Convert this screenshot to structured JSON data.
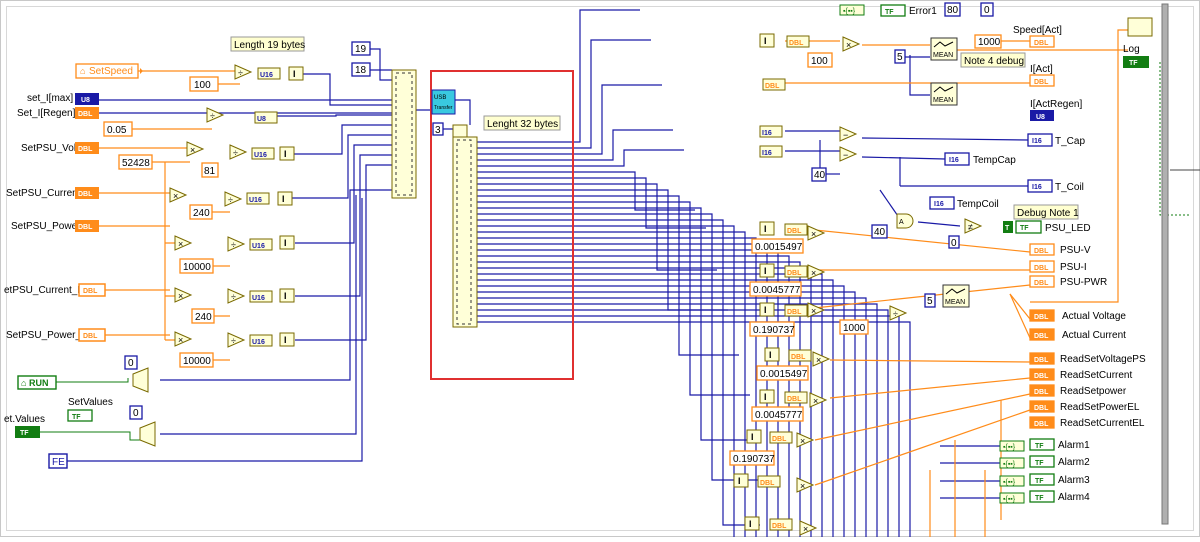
{
  "notes": {
    "length19": "Length 19 bytes",
    "length32": "Lenght 32 bytes",
    "note4": "Note 4 debug",
    "debug1": "Debug Note 1"
  },
  "usb_node": {
    "line1": "USB",
    "line2": "Transfer"
  },
  "left_controls": [
    {
      "label": "SetSpeed",
      "type": "DBL",
      "color": "orange"
    },
    {
      "label": "set_I[max]",
      "type": "U8",
      "color": "blue"
    },
    {
      "label": "Set_I[Regen]",
      "type": "DBL",
      "color": "orange"
    },
    {
      "label": "SetPSU_Volt",
      "type": "DBL",
      "color": "orange"
    },
    {
      "label": "SetPSU_Current",
      "type": "DBL",
      "color": "orange"
    },
    {
      "label": "SetPSU_Power",
      "type": "DBL",
      "color": "orange"
    },
    {
      "label": "etPSU_Current_EL",
      "type": "DBL",
      "color": "orange"
    },
    {
      "label": "SetPSU_Power_EL",
      "type": "DBL",
      "color": "orange"
    },
    {
      "label": "RUN",
      "type": "TF",
      "color": "green"
    },
    {
      "label": "et.Values",
      "type": "TF",
      "color": "green"
    },
    {
      "label": "SetValues",
      "type": "TF",
      "color": "green"
    }
  ],
  "left_constants": [
    "100",
    "0.05",
    "52428",
    "81",
    "240",
    "10000",
    "240",
    "10000",
    "0",
    "0",
    "19",
    "18",
    "3"
  ],
  "fe_label": "FE",
  "type_tags": {
    "u16": "U16",
    "u8": "U8",
    "dbl": "DBL",
    "i16": "I16",
    "tf": "TF",
    "i": "I"
  },
  "right_indicators": [
    {
      "label": "Error1",
      "type": "TF"
    },
    {
      "label": "Speed[Act]",
      "type": "DBL"
    },
    {
      "label": "Log",
      "type": "TF"
    },
    {
      "label": "I[Act]",
      "type": "DBL"
    },
    {
      "label": "I[ActRegen]",
      "type": "U8"
    },
    {
      "label": "T_Cap",
      "type": "I16"
    },
    {
      "label": "TempCap",
      "type": "I16"
    },
    {
      "label": "T_Coil",
      "type": "I16"
    },
    {
      "label": "TempCoil",
      "type": "I16"
    },
    {
      "label": "PSU_LED",
      "type": "TF"
    },
    {
      "label": "PSU-V",
      "type": "DBL"
    },
    {
      "label": "PSU-I",
      "type": "DBL"
    },
    {
      "label": "PSU-PWR",
      "type": "DBL"
    },
    {
      "label": "Actual Voltage",
      "type": "DBL"
    },
    {
      "label": "Actual Current",
      "type": "DBL"
    },
    {
      "label": "ReadSetVoltagePS",
      "type": "DBL"
    },
    {
      "label": "ReadSetCurrent",
      "type": "DBL"
    },
    {
      "label": "ReadSetpower",
      "type": "DBL"
    },
    {
      "label": "ReadSetPowerEL",
      "type": "DBL"
    },
    {
      "label": "ReadSetCurrentEL",
      "type": "DBL"
    },
    {
      "label": "Alarm1",
      "type": "TF"
    },
    {
      "label": "Alarm2",
      "type": "TF"
    },
    {
      "label": "Alarm3",
      "type": "TF"
    },
    {
      "label": "Alarm4",
      "type": "TF"
    }
  ],
  "right_constants": [
    "80",
    "0",
    "1000",
    "100",
    "5",
    "40",
    "40",
    "0",
    "0.0015497",
    "0.0045777",
    "0.190737",
    "1000",
    "5",
    "0.0015497",
    "0.0045777",
    "0.190737",
    "T"
  ],
  "mean_label": "MEAN",
  "colors": {
    "orange": "#ff8c1a",
    "blue": "#1a1aa6",
    "green": "#127d12",
    "highlight": "#e03030",
    "usb": "#39c9e0"
  }
}
